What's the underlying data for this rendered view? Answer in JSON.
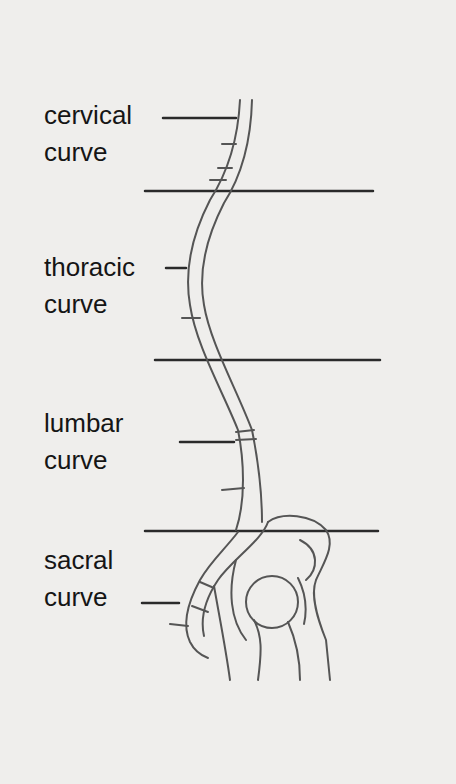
{
  "diagram": {
    "labels": [
      "cervical curve",
      "thoracic curve",
      "lumbar curve",
      "sacral curve"
    ]
  }
}
